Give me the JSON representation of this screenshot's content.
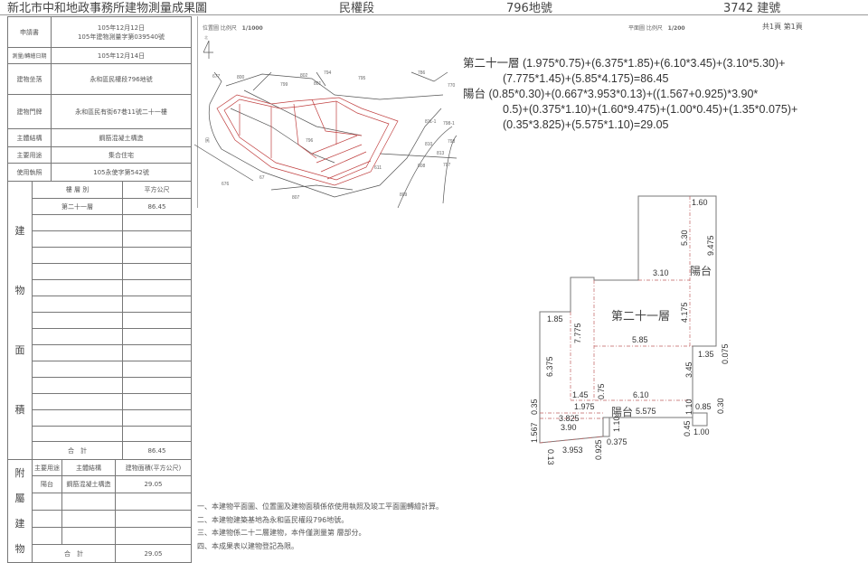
{
  "header": {
    "title": "新北市中和地政事務所建物測量成果圖",
    "section": "民權段",
    "lot": "796地號",
    "building_no": "3742 建號"
  },
  "info": {
    "application_label": "申請書",
    "application_date": "105年12月12日",
    "application_no": "105年建物測量字第039540號",
    "survey_date_label": "測量/轉繪日期",
    "survey_date": "105年12月14日",
    "location_label": "建物坐落",
    "location": "永和區民權段796地號",
    "address_label": "建物門牌",
    "address": "永和區民有街67巷11號二十一樓",
    "structure_label": "主體結構",
    "structure": "鋼筋混凝土構造",
    "use_label": "主要用途",
    "use": "集合住宅",
    "permit_label": "使用執照",
    "permit": "105永使字第542號"
  },
  "area": {
    "side_chars": [
      "建",
      "物",
      "面",
      "積"
    ],
    "col_floor": "樓 層 別",
    "col_sqm": "平方公尺",
    "rows": [
      {
        "floor": "第二十一層",
        "sqm": "86.45"
      }
    ],
    "total_label": "合　計",
    "total": "86.45"
  },
  "attached": {
    "side_chars": [
      "附",
      "屬",
      "建",
      "物"
    ],
    "col_use": "主要用途",
    "col_structure": "主體結構",
    "col_area": "建物面積(平方公尺)",
    "rows": [
      {
        "use": "陽台",
        "structure": "鋼筋混凝土構造",
        "area": "29.05"
      }
    ],
    "total_label": "合　計",
    "total": "29.05"
  },
  "location_map": {
    "label": "位置圖 比例尺",
    "scale": "1/1000",
    "north": "北",
    "lots": [
      "677",
      "800",
      "799",
      "802",
      "801",
      "794",
      "795",
      "786",
      "770",
      "811-1",
      "798-1",
      "810",
      "798",
      "813",
      "611",
      "809",
      "797",
      "808",
      "796",
      "民",
      "67",
      "676",
      "807"
    ]
  },
  "plan": {
    "label": "平面圖 比例尺",
    "scale": "1/200",
    "pages": "共1頁 第1頁",
    "floor_label": "第二十一層",
    "balcony_label": "陽台",
    "dims": [
      "1.60",
      "5.30",
      "9.475",
      "3.10",
      "4.175",
      "1.85",
      "7.775",
      "5.85",
      "1.35",
      "0.075",
      "6.375",
      "3.45",
      "1.45",
      "0.75",
      "6.10",
      "1.975",
      "1.10",
      "0.85",
      "0.30",
      "1.567",
      "0.35",
      "3.825",
      "5.575",
      "3.90",
      "1.10",
      "0.45",
      "1.00",
      "0.375",
      "3.953",
      "0.925",
      "0.13"
    ]
  },
  "formulas": [
    "第二十一層 (1.975*0.75)+(6.375*1.85)+(6.10*3.45)+(3.10*5.30)+",
    "(7.775*1.45)+(5.85*4.175)=86.45",
    "陽台 (0.85*0.30)+(0.667*3.953*0.13)+((1.567+0.925)*3.90*",
    "0.5)+(0.375*1.10)+(1.60*9.475)+(1.00*0.45)+(1.35*0.075)+",
    "(0.35*3.825)+(5.575*1.10)=29.05"
  ],
  "notes": [
    "一、本建物平面圖、位置圖及建物面積係依使用執照及竣工平面圖轉繪計算。",
    "二、本建物建築基地為永和區民權段796地號。",
    "三、本建物係二十二層建物，本件僅測量第  層部分。",
    "四、本成果表以建物登記為限。"
  ]
}
